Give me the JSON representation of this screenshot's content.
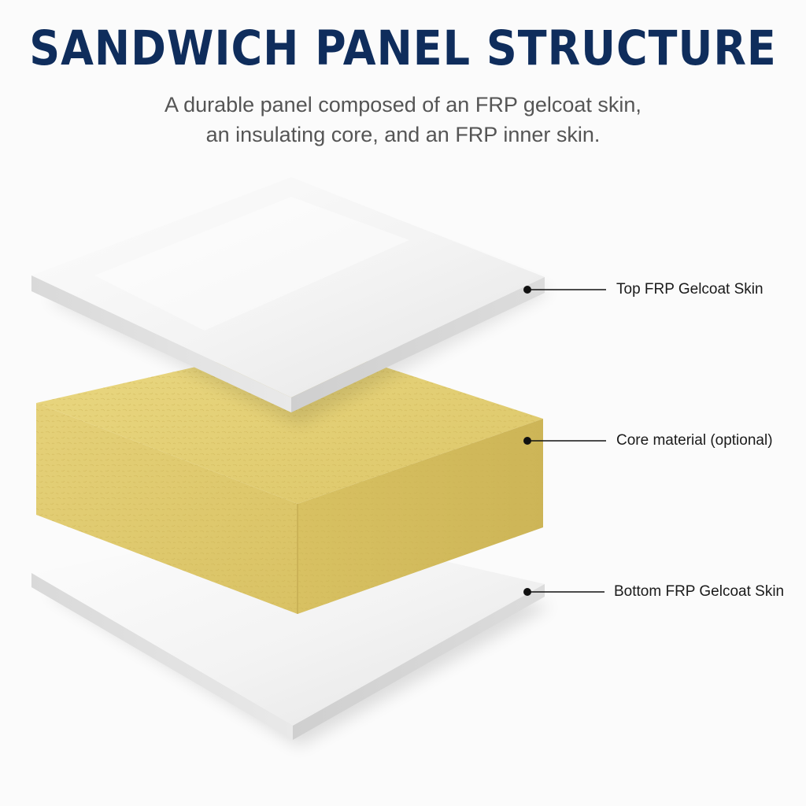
{
  "header": {
    "title": "SANDWICH PANEL STRUCTURE",
    "subtitle_lines": [
      "A durable panel composed of an FRP gelcoat skin,",
      "an insulating core, and an FRP inner skin."
    ]
  },
  "layers": [
    {
      "id": "top",
      "label": "Top FRP Gelcoat Skin",
      "color": "#f2f2f2"
    },
    {
      "id": "core",
      "label": "Core material (optional)",
      "color": "#e3cf74"
    },
    {
      "id": "bottom",
      "label": "Bottom FRP Gelcoat Skin",
      "color": "#f2f2f2"
    }
  ],
  "colors": {
    "title": "#0f2d5c",
    "subtitle": "#555555",
    "leader": "#111111",
    "skin_face": "#f4f4f4",
    "core_face": "#e6d27a"
  }
}
